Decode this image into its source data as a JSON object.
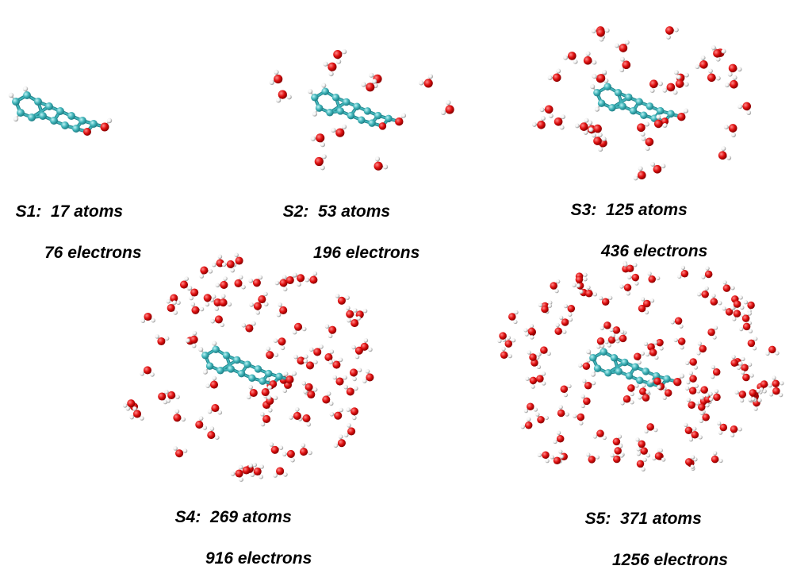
{
  "systems": [
    {
      "id": "S1",
      "label": "S1:  17 atoms",
      "electrons": "76 electrons",
      "waters": 0
    },
    {
      "id": "S2",
      "label": "S2:  53 atoms",
      "electrons": "196 electrons",
      "waters": 12
    },
    {
      "id": "S3",
      "label": "S3:  125 atoms",
      "electrons": "436 electrons",
      "waters": 36
    },
    {
      "id": "S4",
      "label": "S4:  269 atoms",
      "electrons": "916 electrons",
      "waters": 84
    },
    {
      "id": "S5",
      "label": "S5:  371 atoms",
      "electrons": "1256 electrons",
      "waters": 118
    }
  ],
  "colors": {
    "carbon": "#3fb3b8",
    "carbon_dark": "#1f7f86",
    "oxygen": "#e01010",
    "oxygen_dark": "#8a0000",
    "hydrogen": "#f2f2f2",
    "hydrogen_edge": "#9a9a9a",
    "frame": "#e9e9e9"
  }
}
